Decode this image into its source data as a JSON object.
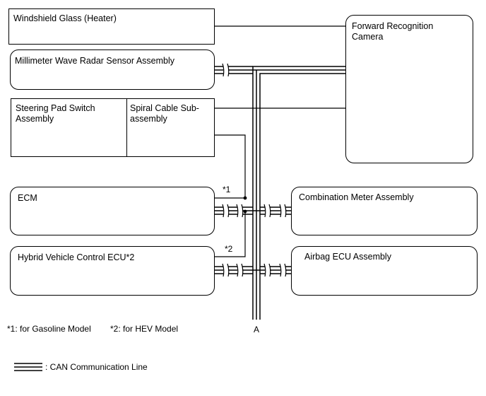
{
  "components": {
    "windshield": "Windshield Glass (Heater)",
    "camera": "Forward Recognition\nCamera",
    "radar": "Millimeter Wave Radar Sensor Assembly",
    "steering_pad": "Steering Pad Switch\nAssembly",
    "spiral_cable": "Spiral Cable Sub-\nassembly",
    "ecm": "ECM",
    "combination_meter": "Combination Meter Assembly",
    "hybrid_ecu": "Hybrid Vehicle Control ECU*2",
    "airbag_ecu": "Airbag ECU Assembly"
  },
  "markers": {
    "star1": "*1",
    "star2": "*2",
    "bus_end": "A"
  },
  "notes": {
    "note1": "*1: for Gasoline Model",
    "note2": "*2: for HEV Model"
  },
  "legend": {
    "can_line": ": CAN Communication Line"
  }
}
